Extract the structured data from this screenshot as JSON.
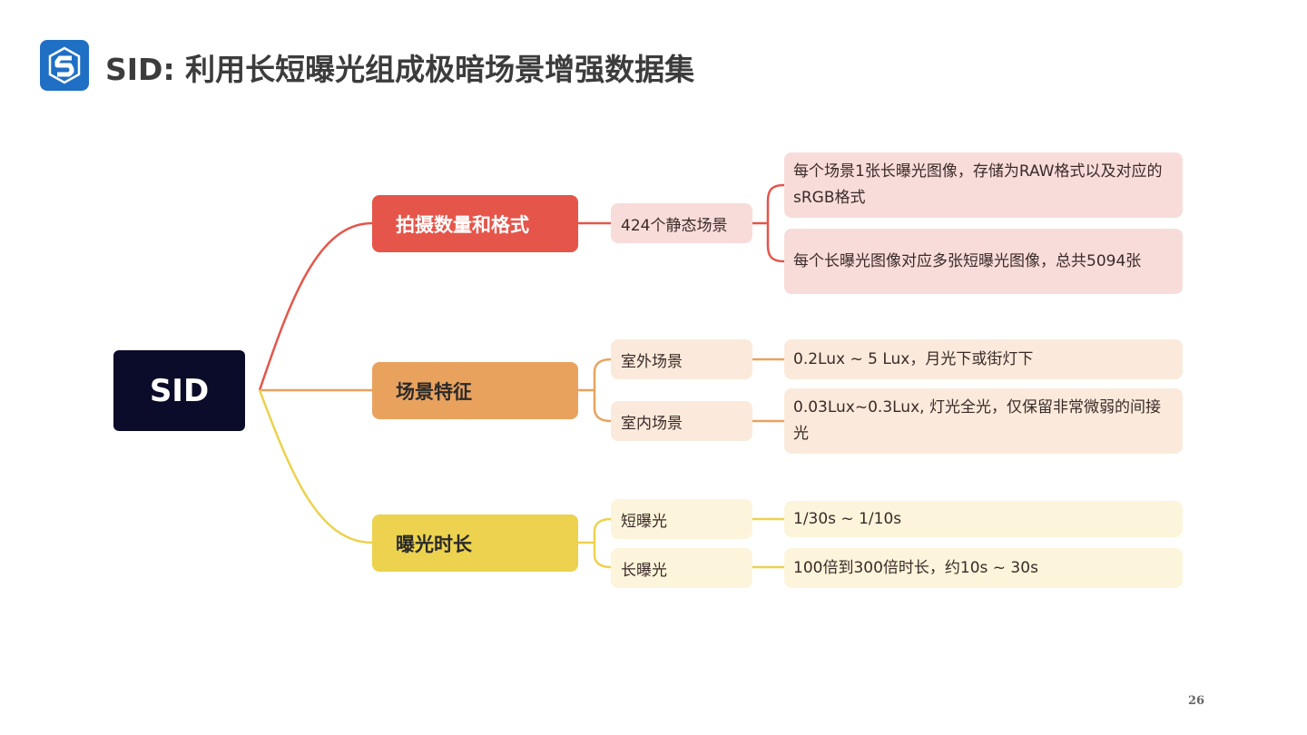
{
  "header": {
    "logo_icon": "s-cube-logo-icon",
    "title": "SID: 利用长短曝光组成极暗场景增强数据集"
  },
  "mindmap": {
    "root": "SID",
    "branches": [
      {
        "label": "拍摄数量和格式",
        "color": "#e5554a",
        "children": [
          {
            "label": "424个静态场景",
            "leaves": [
              "每个场景1张长曝光图像，存储为RAW格式以及对应的sRGB格式",
              "每个长曝光图像对应多张短曝光图像，总共5094张"
            ]
          }
        ]
      },
      {
        "label": "场景特征",
        "color": "#e9a25e",
        "children": [
          {
            "label": "室外场景",
            "leaves": [
              "0.2Lux ~ 5 Lux，月光下或街灯下"
            ]
          },
          {
            "label": "室内场景",
            "leaves": [
              "0.03Lux~0.3Lux, 灯光全光，仅保留非常微弱的间接光"
            ]
          }
        ]
      },
      {
        "label": "曝光时长",
        "color": "#ecd24e",
        "children": [
          {
            "label": "短曝光",
            "leaves": [
              "1/30s ~ 1/10s"
            ]
          },
          {
            "label": "长曝光",
            "leaves": [
              "100倍到300倍时长，约10s ~ 30s"
            ]
          }
        ]
      }
    ]
  },
  "footer": {
    "page_number": "26"
  }
}
